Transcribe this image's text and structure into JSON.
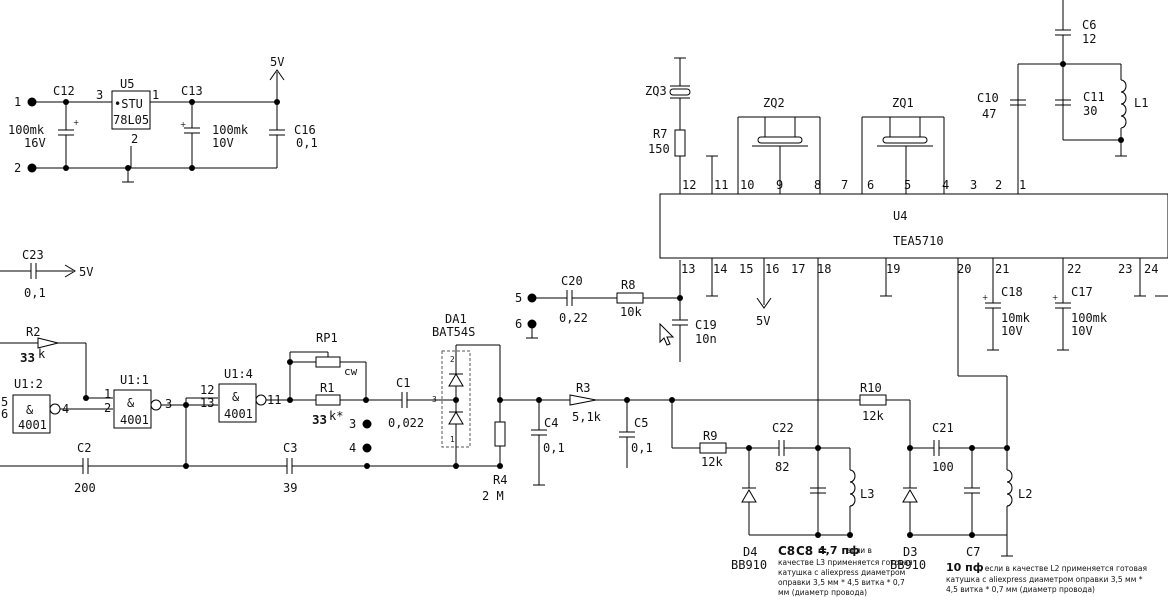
{
  "ports": {
    "p1": "1",
    "p2": "2",
    "p5": "5",
    "p6": "6",
    "p5v_top": "5V",
    "p5v_c23": "5V",
    "p5v_u4": "5V"
  },
  "parts": {
    "c12": {
      "ref": "C12",
      "val1": "100mk",
      "val2": "16V"
    },
    "u5": {
      "ref": "U5",
      "line1": "•STU",
      "line2": "78L05",
      "pin_in": "3",
      "pin_out": "1",
      "pin_gnd": "2"
    },
    "c13": {
      "ref": "C13",
      "val1": "100mk",
      "val2": "10V"
    },
    "c16": {
      "ref": "C16",
      "val": "0,1"
    },
    "c23": {
      "ref": "C23",
      "val": "0,1"
    },
    "r2": {
      "ref": "R2",
      "val": "33",
      "suffix": "k"
    },
    "u12": {
      "ref": "U1:2",
      "sym": "&",
      "type": "4001",
      "in1": "5",
      "in2": "6",
      "out": "4"
    },
    "u11": {
      "ref": "U1:1",
      "sym": "&",
      "type": "4001",
      "in1": "1",
      "in2": "2",
      "out": "3"
    },
    "u14": {
      "ref": "U1:4",
      "sym": "&",
      "type": "4001",
      "in1": "12",
      "in2": "13",
      "out": "11"
    },
    "rp1": {
      "ref": "RP1",
      "cw": "cw"
    },
    "r1": {
      "ref": "R1",
      "val": "33",
      "suffix": "k*"
    },
    "c1": {
      "ref": "C1",
      "val": "0,022"
    },
    "jp3": "3",
    "jp4": "4",
    "da1": {
      "ref": "DA1",
      "type": "BAT54S",
      "pin1": "1",
      "pin2": "2",
      "pin3": "3"
    },
    "r4": {
      "ref": "R4",
      "val": "2 M"
    },
    "c2": {
      "ref": "C2",
      "val": "200"
    },
    "c3": {
      "ref": "C3",
      "val": "39"
    },
    "c4": {
      "ref": "C4",
      "val": "0,1"
    },
    "r3": {
      "ref": "R3",
      "val": "5,1k"
    },
    "c5": {
      "ref": "C5",
      "val": "0,1"
    },
    "c20": {
      "ref": "C20",
      "val": "0,22"
    },
    "r8": {
      "ref": "R8",
      "val": "10k"
    },
    "c19": {
      "ref": "C19",
      "val": "10n"
    },
    "zq3": {
      "ref": "ZQ3"
    },
    "r7": {
      "ref": "R7",
      "val": "150"
    },
    "zq2": {
      "ref": "ZQ2"
    },
    "zq1": {
      "ref": "ZQ1"
    },
    "u4": {
      "ref": "U4",
      "type": "TEA5710"
    },
    "c10": {
      "ref": "C10",
      "val": "47"
    },
    "c6": {
      "ref": "C6",
      "val": "12"
    },
    "c11": {
      "ref": "C11",
      "val": "30"
    },
    "l1": {
      "ref": "L1"
    },
    "c18": {
      "ref": "C18",
      "val1": "10mk",
      "val2": "10V"
    },
    "c17": {
      "ref": "C17",
      "val1": "100mk",
      "val2": "10V"
    },
    "r10": {
      "ref": "R10",
      "val": "12k"
    },
    "r9": {
      "ref": "R9",
      "val": "12k"
    },
    "c22": {
      "ref": "C22",
      "val": "82"
    },
    "c21": {
      "ref": "C21",
      "val": "100"
    },
    "l3": {
      "ref": "L3"
    },
    "l2": {
      "ref": "L2"
    },
    "d4": {
      "ref": "D4",
      "type": "BB910"
    },
    "d3": {
      "ref": "D3",
      "type": "BB910"
    },
    "c7": {
      "ref": "C7"
    },
    "c8": {
      "ref": "C8"
    }
  },
  "u4_pins_top": [
    "12",
    "11",
    "10",
    "9",
    "8",
    "7",
    "6",
    "5",
    "4",
    "3",
    "2",
    "1"
  ],
  "u4_pins_bottom": [
    "13",
    "14",
    "15",
    "16",
    "17",
    "18",
    "19",
    "20",
    "21",
    "22",
    "23",
    "24"
  ],
  "notes": {
    "c8_head": "C8 =",
    "c8_val": "4,7 пф",
    "c8_l1": ", если в",
    "c8_l2": "качестве L3 применяется готовая",
    "c8_l3": "катушка  с aliexpress диаметром",
    "c8_l4": "оправки 3,5 мм * 4,5 витка * 0,7",
    "c8_l5": "мм (диаметр провода)",
    "c7_val": "10 пф",
    "c7_l1": ",  если в качестве L2 применяется готовая",
    "c7_l2": "катушка  с aliexpress диаметром оправки 3,5 мм *",
    "c7_l3": "4,5 витка * 0,7 мм (диаметр провода)"
  }
}
